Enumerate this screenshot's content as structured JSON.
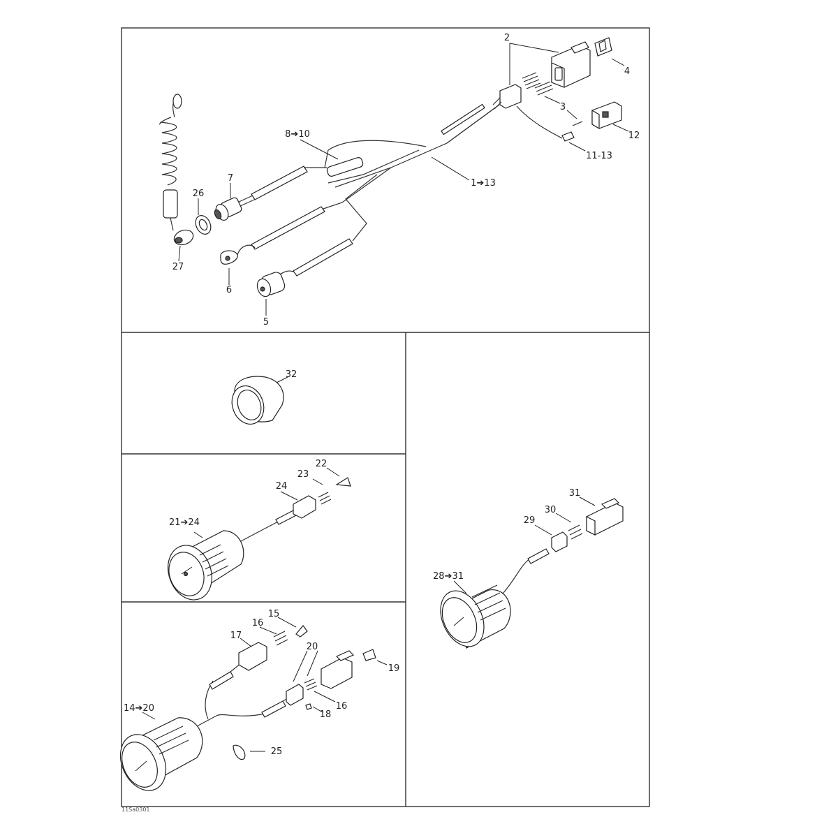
{
  "image_ref": "11Sa0301",
  "labels": {
    "p1": "1➔13",
    "p2": "2",
    "p3": "3",
    "p4": "4",
    "p5": "5",
    "p6": "6",
    "p7": "7",
    "p8": "8➔10",
    "p11": "11-13",
    "p12": "12",
    "p26": "26",
    "p27": "27",
    "p32": "32",
    "p21": "21➔24",
    "p22": "22",
    "p23": "23",
    "p24": "24",
    "p14": "14➔20",
    "p15": "15",
    "p16a": "16",
    "p16b": "16",
    "p17": "17",
    "p18": "18",
    "p19": "19",
    "p20": "20",
    "p25": "25",
    "p28": "28➔31",
    "p29": "29",
    "p30": "30",
    "p31": "31"
  }
}
